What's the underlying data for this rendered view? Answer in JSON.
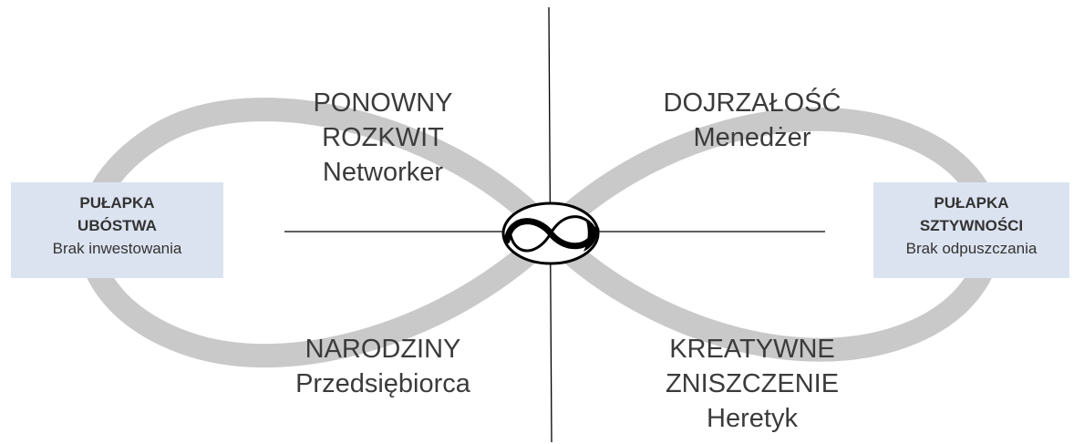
{
  "quadrants": {
    "top_left": {
      "line1": "PONOWNY",
      "line2": "ROZKWIT",
      "role": "Networker"
    },
    "top_right": {
      "line1": "DOJRZAŁOŚĆ",
      "role": "Menedżer"
    },
    "bottom_left": {
      "line1": "NARODZINY",
      "role": "Przedsiębiorca"
    },
    "bottom_right": {
      "line1": "KREATYWNE",
      "line2": "ZNISZCZENIE",
      "role": "Heretyk"
    }
  },
  "traps": {
    "left": {
      "title_line1": "PUŁAPKA",
      "title_line2": "UBÓSTWA",
      "subtitle": "Brak inwestowania"
    },
    "right": {
      "title_line1": "PUŁAPKA",
      "title_line2": "SZTYWNOŚCI",
      "subtitle": "Brak odpuszczania"
    }
  },
  "colors": {
    "loop": "#c9c9c9",
    "axis": "#000000",
    "trap_box": "#dce3f0",
    "text": "#3b3b3b"
  },
  "icons": {
    "center": "infinity-icon"
  }
}
